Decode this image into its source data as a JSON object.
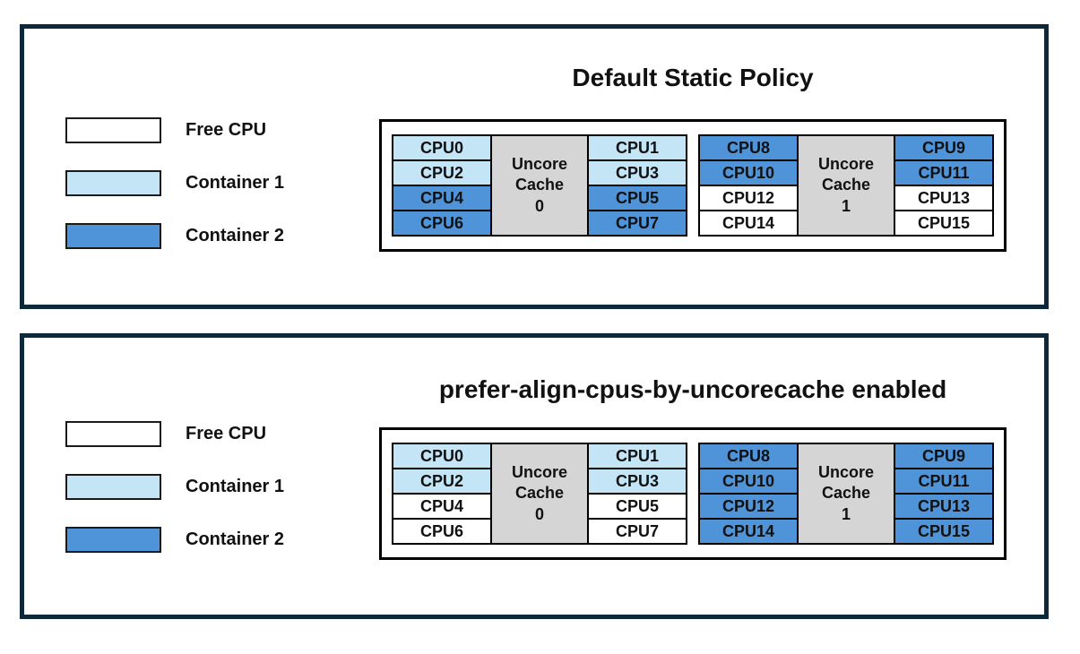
{
  "colors": {
    "free": "#ffffff",
    "container1": "#c3e5f6",
    "container2": "#4f93d8",
    "uncore": "#d5d5d5",
    "panel_border": "#0d2838",
    "cell_border": "#000000"
  },
  "legend": {
    "items": [
      {
        "label": "Free CPU",
        "state": "free"
      },
      {
        "label": "Container 1",
        "state": "container1"
      },
      {
        "label": "Container 2",
        "state": "container2"
      }
    ]
  },
  "panels": [
    {
      "title": "Default Static Policy",
      "groups": [
        {
          "uncore_lines": [
            "Uncore",
            "Cache",
            "0"
          ],
          "left_cpus": [
            {
              "label": "CPU0",
              "state": "container1"
            },
            {
              "label": "CPU2",
              "state": "container1"
            },
            {
              "label": "CPU4",
              "state": "container2"
            },
            {
              "label": "CPU6",
              "state": "container2"
            }
          ],
          "right_cpus": [
            {
              "label": "CPU1",
              "state": "container1"
            },
            {
              "label": "CPU3",
              "state": "container1"
            },
            {
              "label": "CPU5",
              "state": "container2"
            },
            {
              "label": "CPU7",
              "state": "container2"
            }
          ]
        },
        {
          "uncore_lines": [
            "Uncore",
            "Cache",
            "1"
          ],
          "left_cpus": [
            {
              "label": "CPU8",
              "state": "container2"
            },
            {
              "label": "CPU10",
              "state": "container2"
            },
            {
              "label": "CPU12",
              "state": "free"
            },
            {
              "label": "CPU14",
              "state": "free"
            }
          ],
          "right_cpus": [
            {
              "label": "CPU9",
              "state": "container2"
            },
            {
              "label": "CPU11",
              "state": "container2"
            },
            {
              "label": "CPU13",
              "state": "free"
            },
            {
              "label": "CPU15",
              "state": "free"
            }
          ]
        }
      ]
    },
    {
      "title": "prefer-align-cpus-by-uncorecache enabled",
      "groups": [
        {
          "uncore_lines": [
            "Uncore",
            "Cache",
            "0"
          ],
          "left_cpus": [
            {
              "label": "CPU0",
              "state": "container1"
            },
            {
              "label": "CPU2",
              "state": "container1"
            },
            {
              "label": "CPU4",
              "state": "free"
            },
            {
              "label": "CPU6",
              "state": "free"
            }
          ],
          "right_cpus": [
            {
              "label": "CPU1",
              "state": "container1"
            },
            {
              "label": "CPU3",
              "state": "container1"
            },
            {
              "label": "CPU5",
              "state": "free"
            },
            {
              "label": "CPU7",
              "state": "free"
            }
          ]
        },
        {
          "uncore_lines": [
            "Uncore",
            "Cache",
            "1"
          ],
          "left_cpus": [
            {
              "label": "CPU8",
              "state": "container2"
            },
            {
              "label": "CPU10",
              "state": "container2"
            },
            {
              "label": "CPU12",
              "state": "container2"
            },
            {
              "label": "CPU14",
              "state": "container2"
            }
          ],
          "right_cpus": [
            {
              "label": "CPU9",
              "state": "container2"
            },
            {
              "label": "CPU11",
              "state": "container2"
            },
            {
              "label": "CPU13",
              "state": "container2"
            },
            {
              "label": "CPU15",
              "state": "container2"
            }
          ]
        }
      ]
    }
  ]
}
